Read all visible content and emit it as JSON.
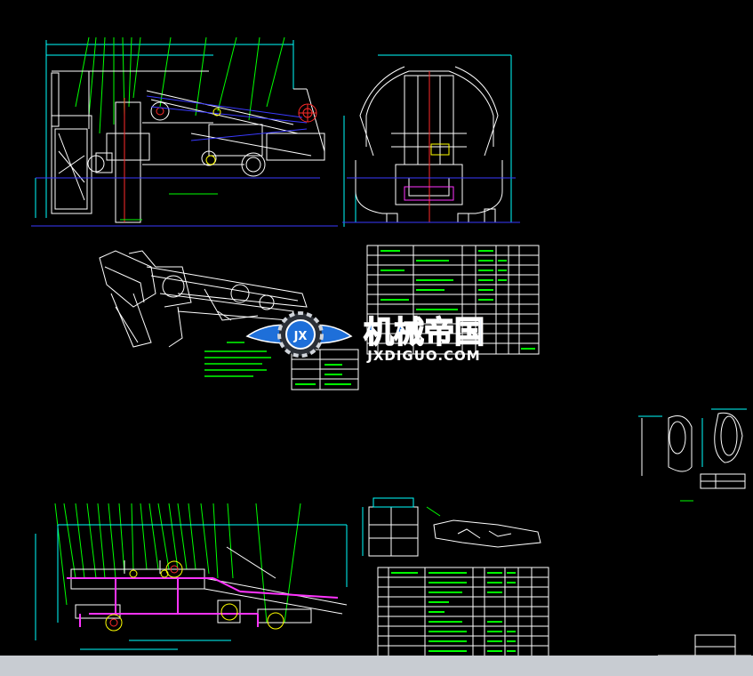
{
  "watermark": {
    "title": "机械帝国",
    "subtitle": "JXDIGUO.COM",
    "logo_letter": "JX"
  },
  "colors": {
    "background": "#000000",
    "line_white": "#ffffff",
    "line_green": "#00ff00",
    "line_cyan": "#00ffff",
    "line_blue": "#3a3aff",
    "line_red": "#ff2a2a",
    "line_magenta": "#ff33ff",
    "line_yellow": "#ffff00",
    "accent_blue": "#1e6fd9",
    "status_bar": "#c8ccd2"
  },
  "icons": [
    "gear-logo-icon",
    "wing-logo-icon"
  ]
}
